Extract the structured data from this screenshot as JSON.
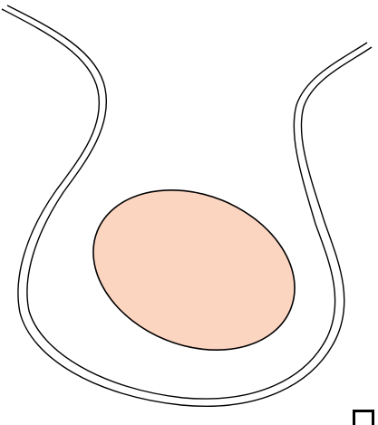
{
  "colors": {
    "background": "#ffffff",
    "outline": "#000000",
    "nucleus_fill": "#fcd5c1",
    "nucleus_stroke": "#000000"
  },
  "shapes": [
    {
      "name": "cup-outer-wall",
      "kind": "double-line-u-curve"
    },
    {
      "name": "nucleus-ellipse",
      "kind": "filled-ellipse"
    }
  ],
  "icons": {
    "corner_handle": "resize-handle-icon"
  }
}
